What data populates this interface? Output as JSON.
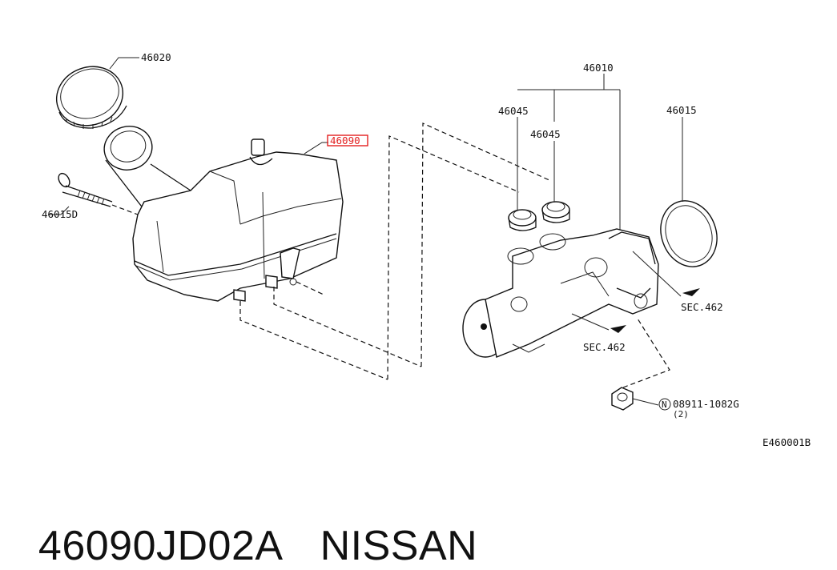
{
  "callouts": {
    "cap": "46020",
    "bolt": "46015D",
    "reservoir": "46090",
    "master_cylinder": "46010",
    "grommet_1": "46045",
    "grommet_2": "46045",
    "o_ring": "46015",
    "sec_1": "SEC.462",
    "sec_2": "SEC.462",
    "nut_part": "08911-1082G",
    "nut_qty": "(2)",
    "nut_marker": "N"
  },
  "diagram_code": "E460001B",
  "highlight_color": "#e32020",
  "footer": {
    "part_number": "46090JD02A",
    "brand": "NISSAN"
  }
}
